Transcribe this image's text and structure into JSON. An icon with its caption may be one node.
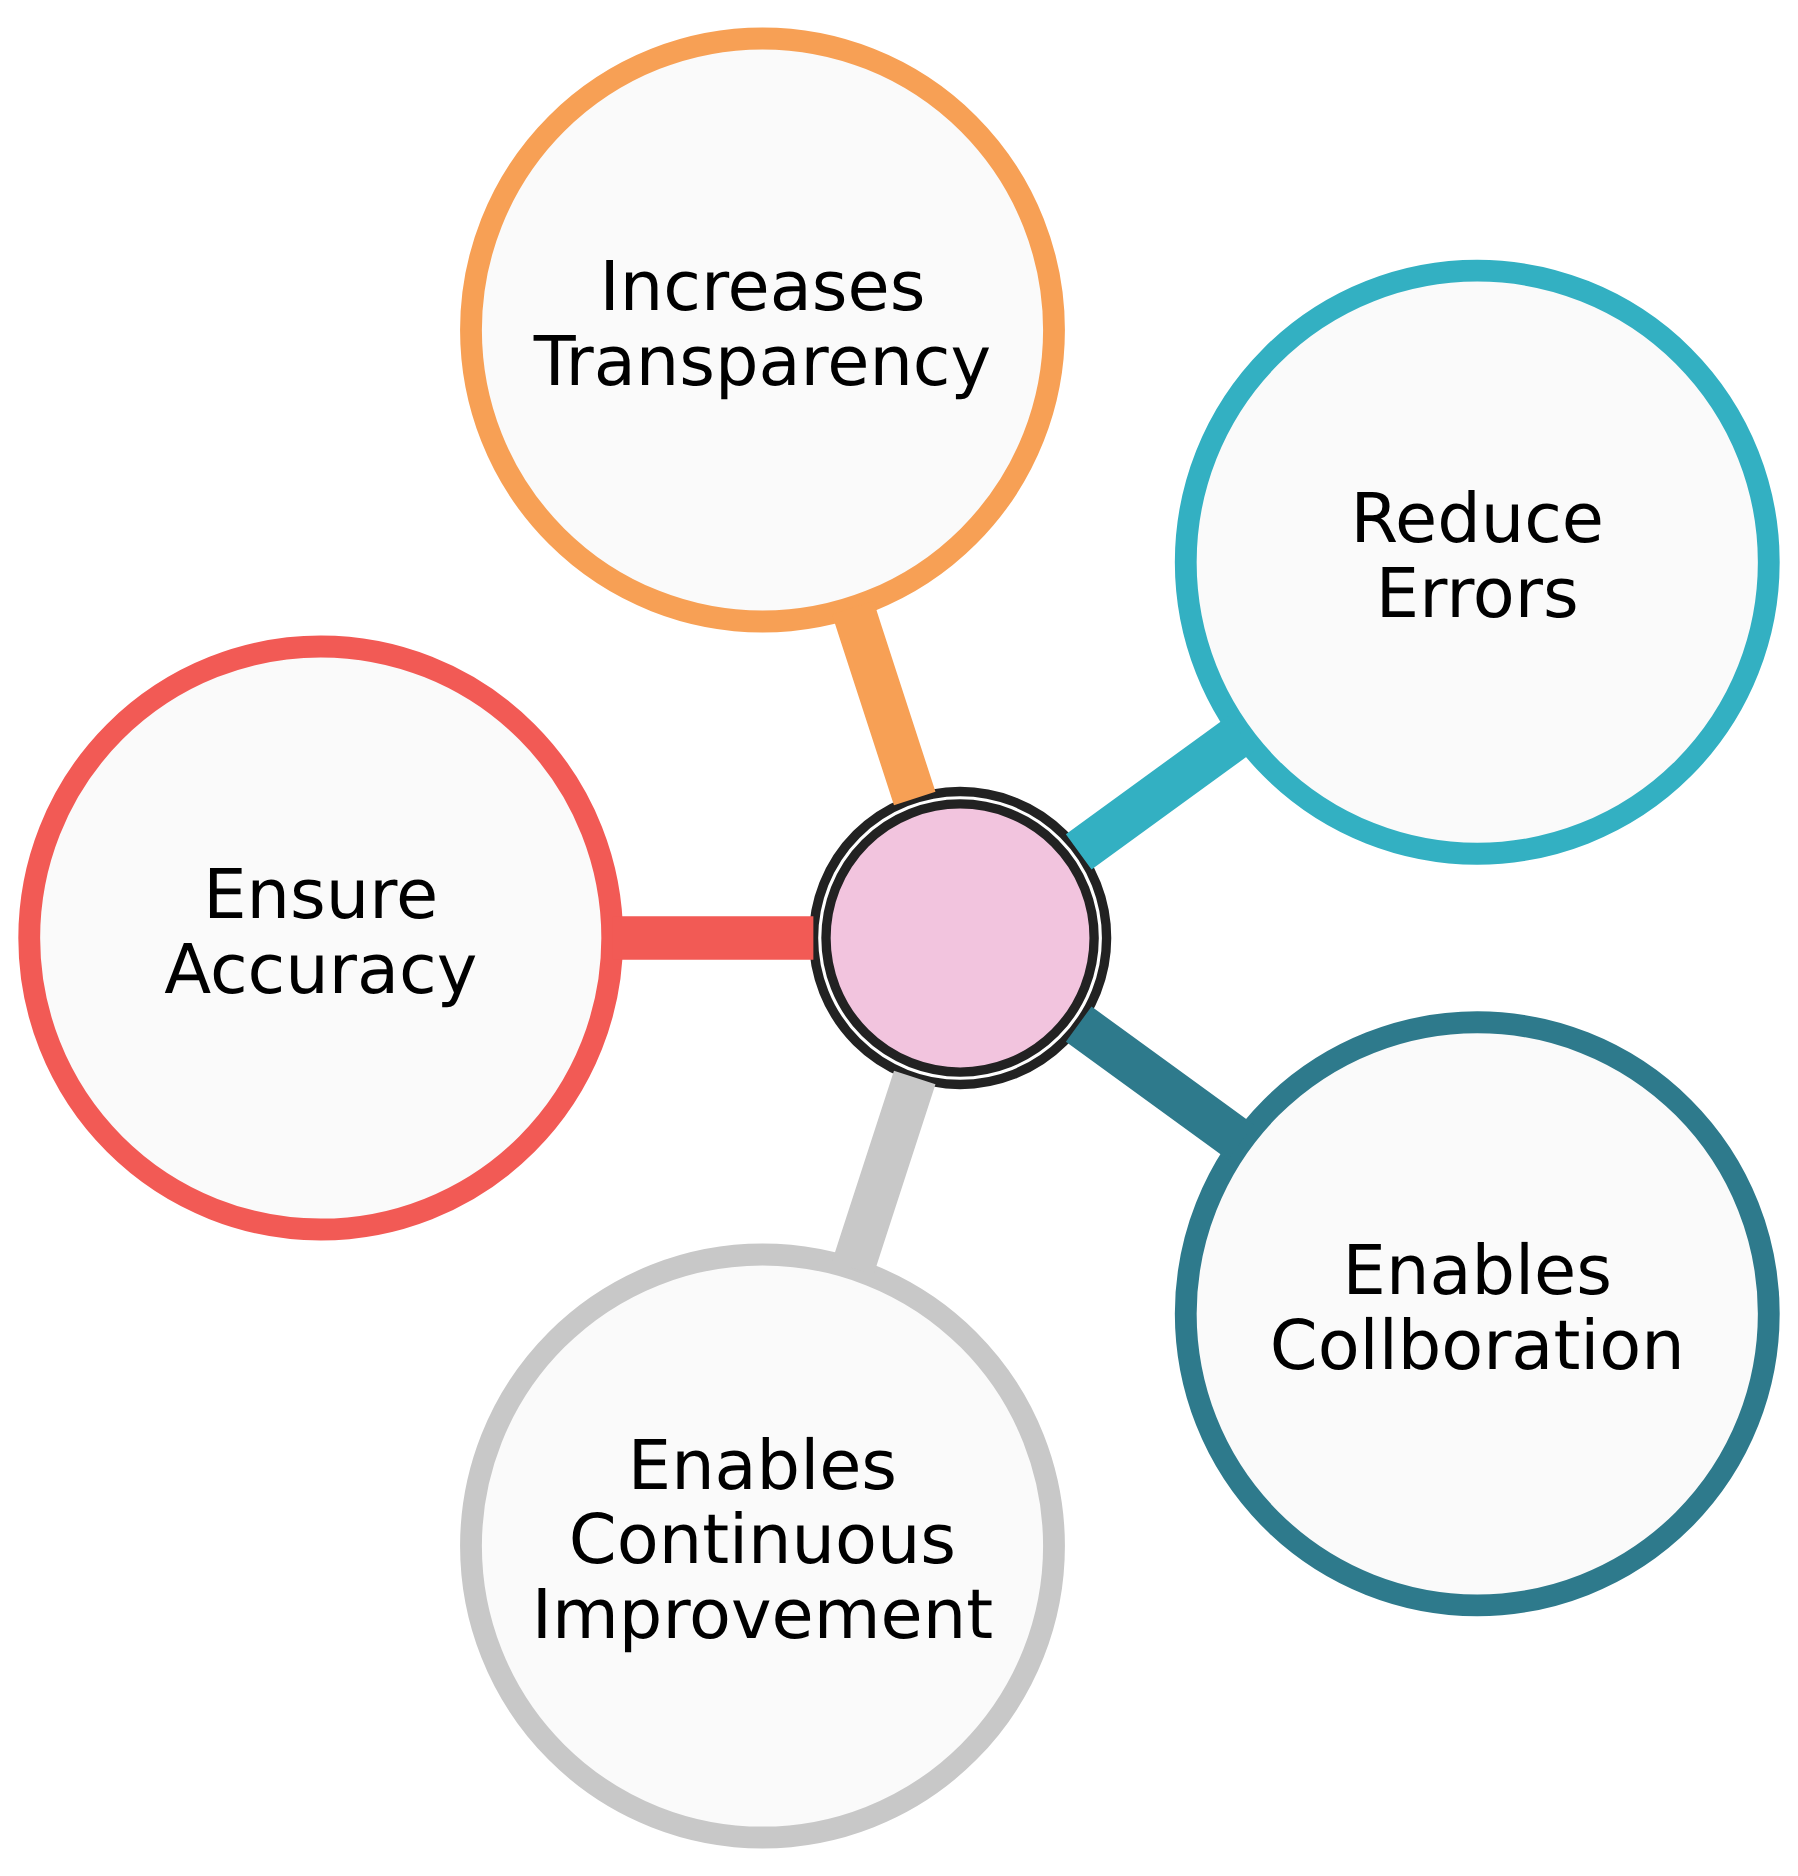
{
  "diagram": {
    "nodes": [
      {
        "text": [],
        "shape": "circle"
      },
      {
        "text": [
          "Reduce Errors"
        ]
      },
      {
        "text": [
          "Increases Transparency"
        ]
      },
      {
        "text": [
          "Ensure Accuracy"
        ]
      },
      {
        "text": [
          "Enables Continuous Improvement"
        ]
      },
      {
        "text": [
          "Enables Collboration"
        ]
      }
    ],
    "edges": [
      {
        "from": 0,
        "to": 1,
        "arrow": "none",
        "color": "#33b0c2"
      },
      {
        "from": 0,
        "to": 2,
        "arrow": "none",
        "color": "#f7a055"
      },
      {
        "from": 0,
        "to": 3,
        "arrow": "none",
        "color": "#f25a55"
      },
      {
        "from": 0,
        "to": 4,
        "arrow": "none",
        "color": "#c8c8c8"
      },
      {
        "from": 0,
        "to": 5,
        "arrow": "none",
        "color": "#2e7a8c"
      }
    ]
  }
}
